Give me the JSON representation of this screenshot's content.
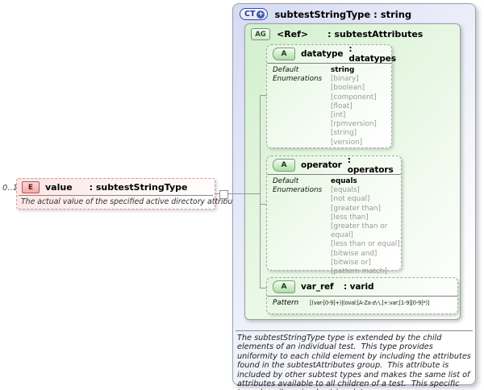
{
  "diagram": {
    "element": {
      "cardinality": "0..1",
      "badge": "E",
      "name": "value",
      "type": ": subtestStringType",
      "annotation": "The actual value of the specified active directory attribute."
    },
    "complex_type": {
      "badge": "CT",
      "expand_glyph": "+",
      "title": "subtestStringType : string",
      "footer": "The subtestStringType type is extended by the child elements of an individual test.  This type provides uniformity to each child element by including the attributes found in the subtestAttributes group.  This attribute is included by other subtest types and makes the same list of attributes available to all children of a test.  This specific type describes simple string data."
    },
    "attribute_group": {
      "badge": "AG",
      "name": "<Ref>",
      "type": ": subtestAttributes"
    },
    "attributes": [
      {
        "badge": "A",
        "name": "datatype",
        "type": ": datatypes",
        "default_label": "Default",
        "default_value": "string",
        "enum_label": "Enumerations",
        "enumerations": [
          "[binary]",
          "[boolean]",
          "[component]",
          "[float]",
          "[int]",
          "[rpmversion]",
          "[string]",
          "[version]"
        ]
      },
      {
        "badge": "A",
        "name": "operator",
        "type": ": operators",
        "default_label": "Default",
        "default_value": "equals",
        "enum_label": "Enumerations",
        "enumerations": [
          "[equals]",
          "[not equal]",
          "[greater than]",
          "[less than]",
          "[greater than or equal]",
          "[less than or equal]",
          "[bitwise and]",
          "[bitwise or]",
          "[pattern match]"
        ]
      },
      {
        "badge": "A",
        "name": "var_ref",
        "type": ": varid",
        "pattern_label": "Pattern",
        "pattern_value": "[(var-[0-9]+)|(oval:[A-Za-z\\-\\.]+:var:[1-9][0-9]*)]"
      }
    ],
    "colors": {
      "complex_type_fill": "#d6daf3",
      "group_fill": "#d2efcd",
      "attribute_fill": "#e2f6de",
      "element_fill": "#fbe3e3",
      "element_border": "#cf9a9a",
      "badge_ct_border": "#39499b",
      "enum_text": "#9a9a9a",
      "connector": "#9a9a9a"
    }
  }
}
